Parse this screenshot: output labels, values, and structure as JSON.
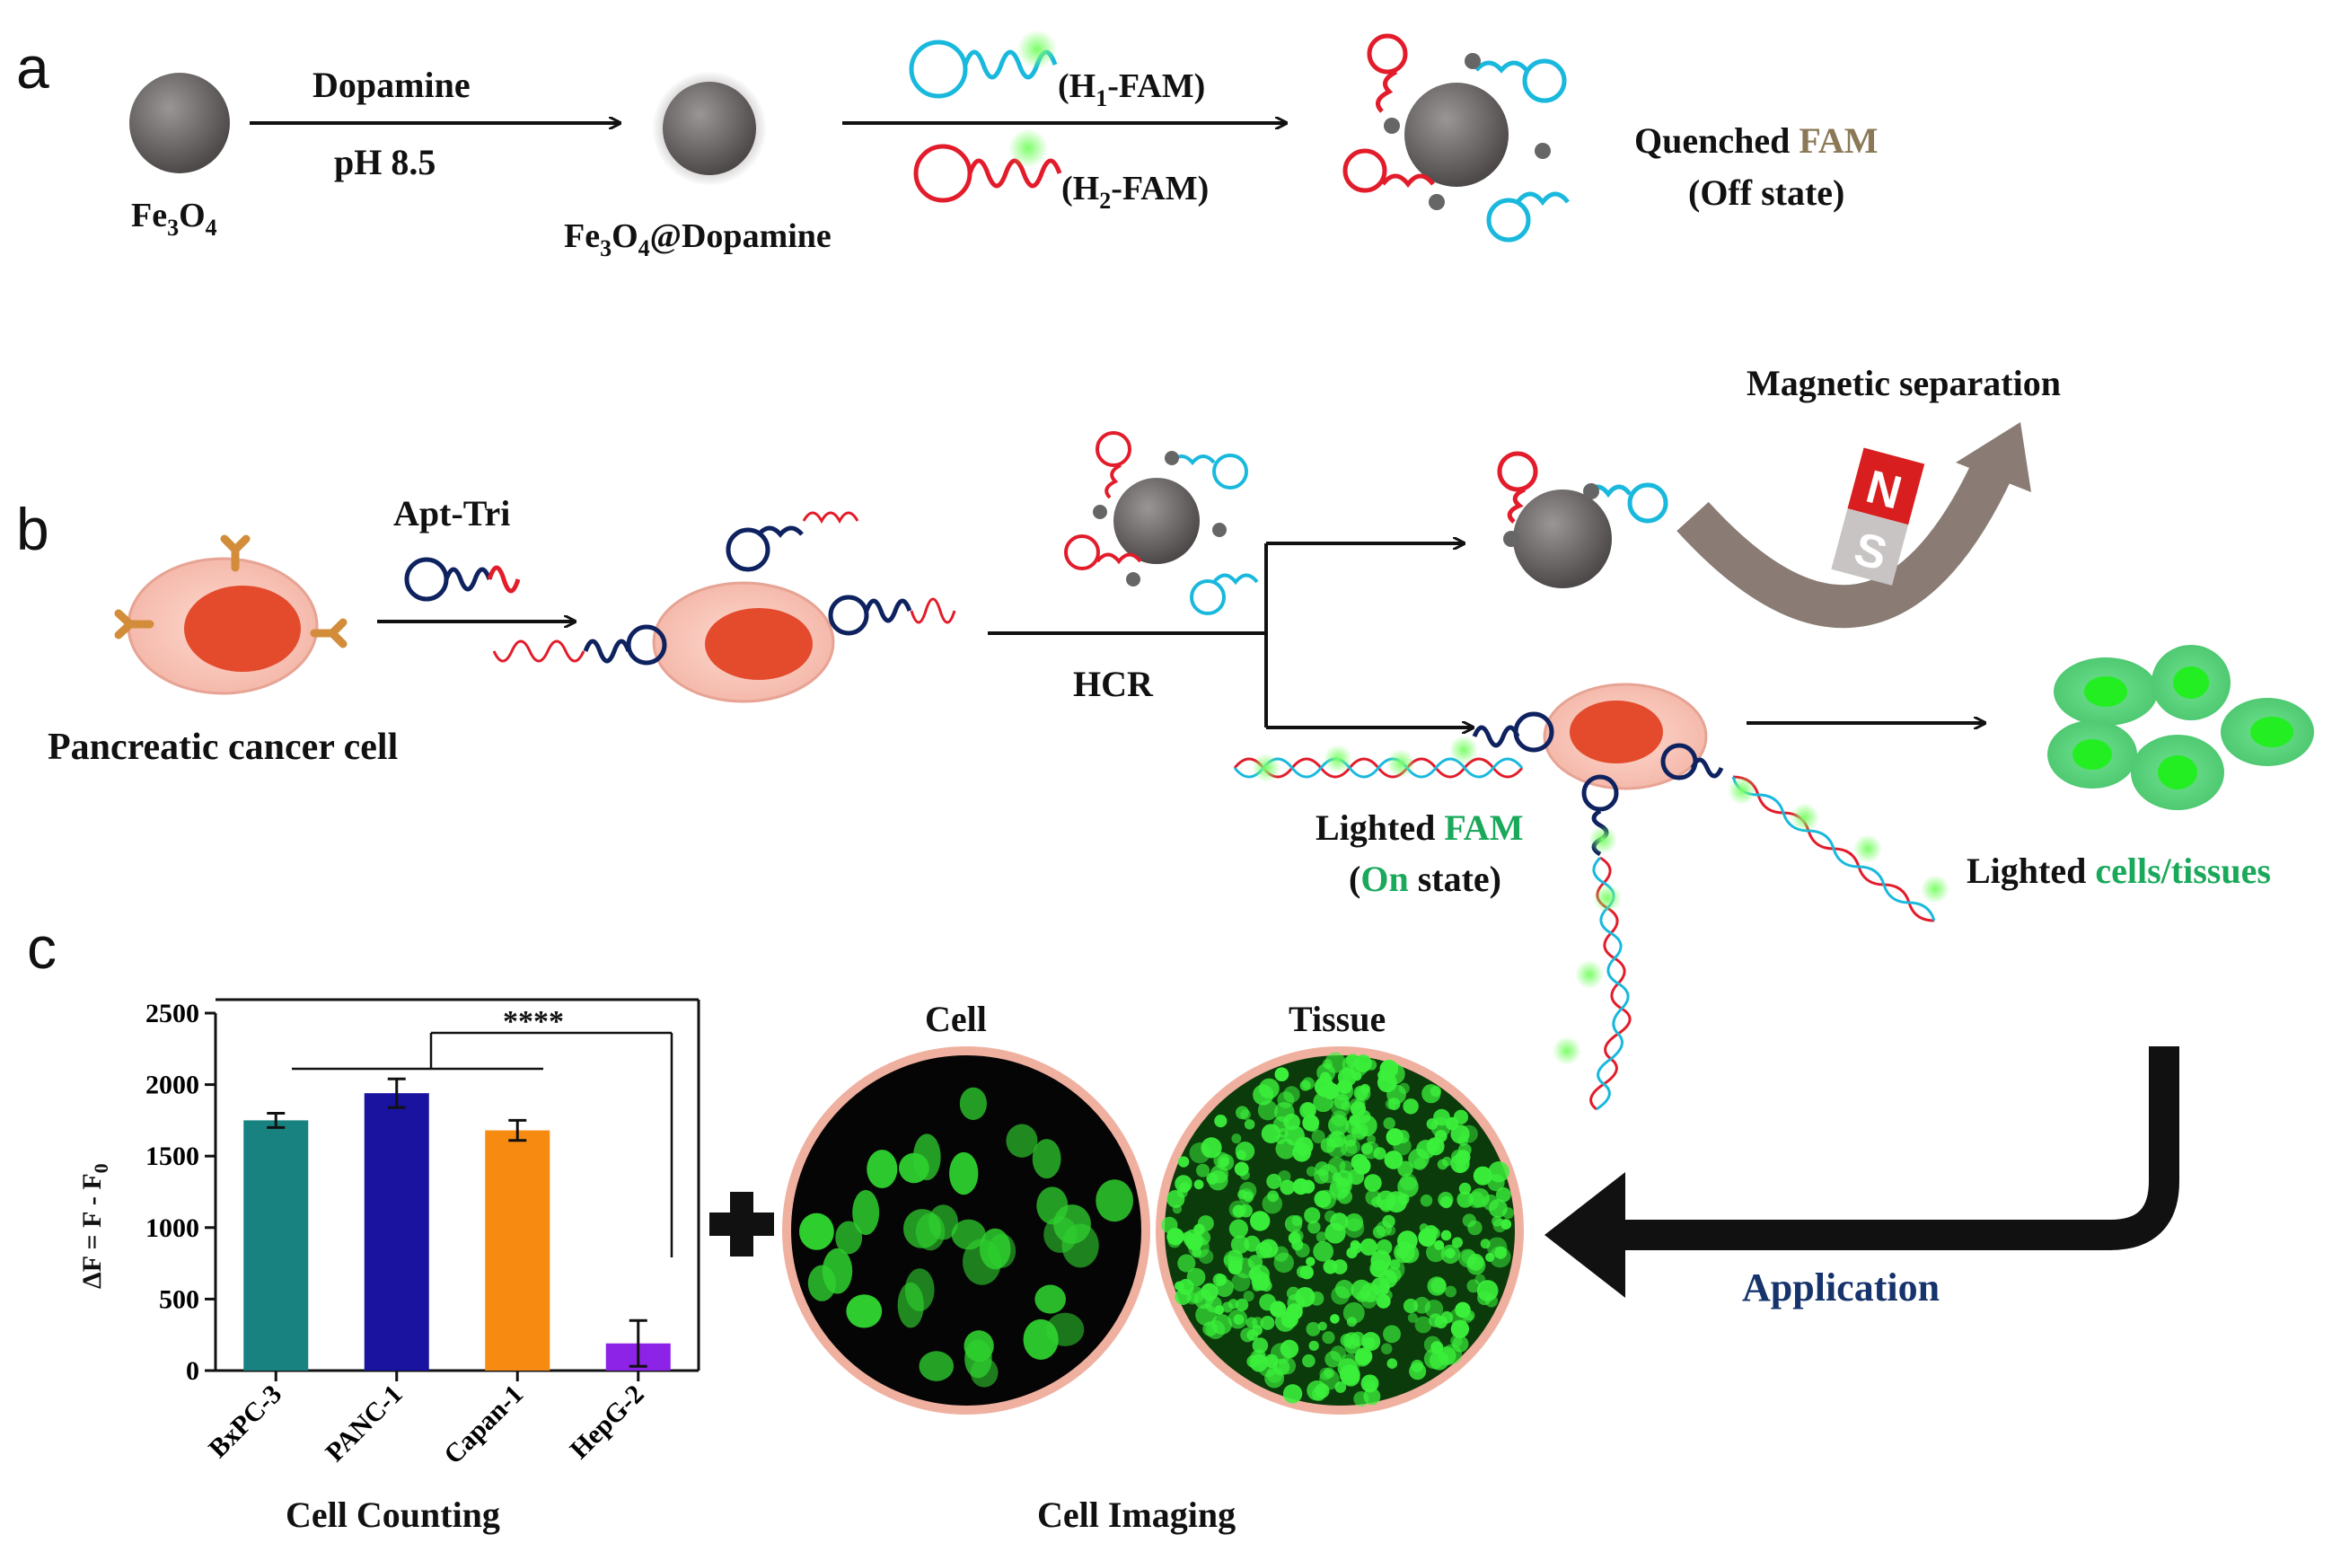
{
  "panels": {
    "a": "a",
    "b": "b",
    "c": "c"
  },
  "panel_a": {
    "core_label_main": "Fe",
    "core_label_sub1": "3",
    "core_label_mid": "O",
    "core_label_sub2": "4",
    "step1_top": "Dopamine",
    "step1_bottom": "pH 8.5",
    "coated_main": "Fe",
    "coated_sub1": "3",
    "coated_mid": "O",
    "coated_sub2": "4",
    "coated_tail": "@Dopamine",
    "h1_label": "(H",
    "h1_sub": "1",
    "h1_tail": "-FAM)",
    "h2_label": "(H",
    "h2_sub": "2",
    "h2_tail": "-FAM)",
    "quenched_prefix": "Quenched ",
    "quenched_fam": "FAM",
    "off_state": "(Off state)"
  },
  "panel_b": {
    "cell_label": "Pancreatic cancer cell",
    "apt_label": "Apt-Tri",
    "hcr_label": "HCR",
    "magnetic_label": "Magnetic separation",
    "magnet_n": "N",
    "magnet_s": "S",
    "lighted_prefix": "Lighted ",
    "lighted_fam": "FAM",
    "on_open": "(",
    "on_word": "On",
    "on_close": " state)",
    "lighted_cells_prefix": "Lighted ",
    "lighted_cells": "cells/tissues"
  },
  "panel_c": {
    "cell_title": "Cell",
    "tissue_title": "Tissue",
    "application": "Application",
    "cell_counting": "Cell Counting",
    "cell_imaging": "Cell Imaging",
    "significance": "****",
    "ylabel_main": "ΔF = F - F",
    "ylabel_sub": "0"
  },
  "colors": {
    "teal": "#17827f",
    "blue": "#1a13a0",
    "orange": "#f78b12",
    "purple": "#8c23e6",
    "green_text": "#1aa85a",
    "fam_quenched": "#8a7856",
    "app_blue": "#16336b"
  },
  "chart_data": {
    "type": "bar",
    "categories": [
      "BxPC-3",
      "PANC-1",
      "Capan-1",
      "HepG-2"
    ],
    "values": [
      1750,
      1940,
      1680,
      190
    ],
    "errors": [
      50,
      100,
      70,
      160
    ],
    "colors": [
      "#17827f",
      "#1a13a0",
      "#f78b12",
      "#8c23e6"
    ],
    "ylabel": "ΔF = F - F0",
    "yticks": [
      0,
      500,
      1000,
      1500,
      2000,
      2500
    ],
    "ylim": [
      0,
      2500
    ]
  }
}
